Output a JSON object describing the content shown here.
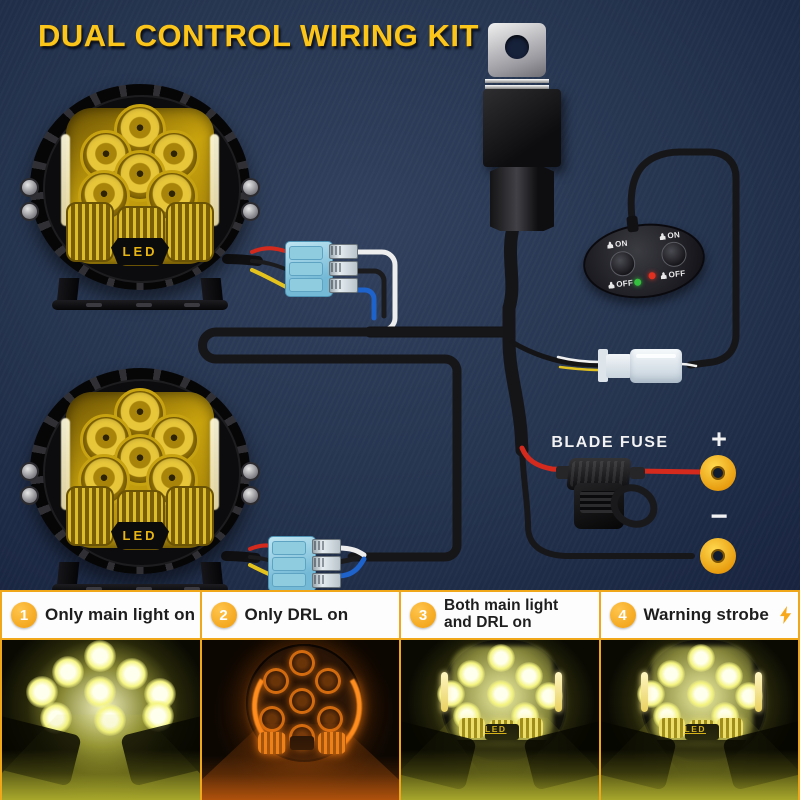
{
  "title": "DUAL CONTROL WIRING KIT",
  "diagram": {
    "led_badge": "LED",
    "fuse_label": "BLADE FUSE",
    "positive_label": "+",
    "negative_label": "−",
    "switch": {
      "left": {
        "on": "ON",
        "off": "OFF"
      },
      "right": {
        "on": "ON",
        "off": "OFF"
      }
    }
  },
  "modes": [
    {
      "number": "1",
      "label": "Only main light on"
    },
    {
      "number": "2",
      "label": "Only DRL on"
    },
    {
      "number": "3",
      "label": "Both main light and DRL on"
    },
    {
      "number": "4",
      "label": "Warning strobe"
    }
  ],
  "icons": {
    "strobe": "lightning-bolt",
    "switch_user": "driver-silhouette",
    "indicator_left": "green-dot",
    "indicator_right": "red-dot",
    "relay_mount": "bracket-with-bolt-hole"
  },
  "colors": {
    "background": "#25344f",
    "title_yellow": "#fcc51a",
    "section_border": "#f0a71a",
    "badge_orange": "#f5a41c",
    "wire_red": "#d42a1e",
    "wire_blue": "#1e62cc",
    "wire_yellow": "#e5c31d",
    "wire_white": "#efefef",
    "wire_black": "#161616",
    "connector_blue": "#9fd4e8",
    "ring_terminal": "#f0b418",
    "indicator_green": "#34c03e",
    "indicator_red": "#e23020"
  }
}
